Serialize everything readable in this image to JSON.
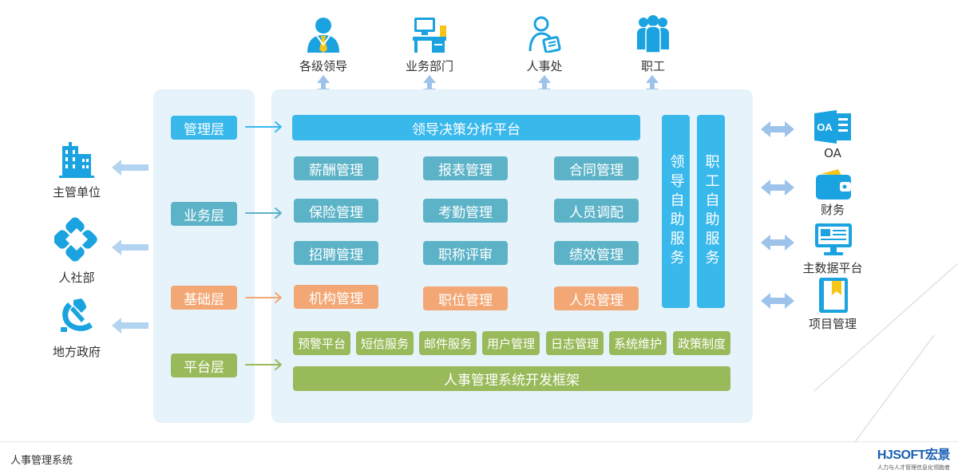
{
  "top_roles": [
    "各级领导",
    "业务部门",
    "人事处",
    "职工"
  ],
  "layers": [
    "管理层",
    "业务层",
    "基础层",
    "平台层"
  ],
  "decision_platform": "领导决策分析平台",
  "business_modules": [
    "薪酬管理",
    "报表管理",
    "合同管理",
    "保险管理",
    "考勤管理",
    "人员调配",
    "招聘管理",
    "职称评审",
    "绩效管理"
  ],
  "base_modules": [
    "机构管理",
    "职位管理",
    "人员管理"
  ],
  "platform_modules": [
    "预警平台",
    "短信服务",
    "邮件服务",
    "用户管理",
    "日志管理",
    "系统维护",
    "政策制度"
  ],
  "framework": "人事管理系统开发框架",
  "self_service": [
    "领导自助服务",
    "职工自助服务"
  ],
  "left_entities": [
    "主管单位",
    "人社部",
    "地方政府"
  ],
  "right_systems": [
    "OA",
    "财务",
    "主数据平台",
    "项目管理"
  ],
  "footer": {
    "title": "人事管理系统",
    "logo_text": "HJSOFT宏景",
    "logo_tagline": "人力与人才管理信息化领跑者"
  },
  "colors": {
    "panel": "#e6f3fa",
    "management": "#39b8ec",
    "business": "#5cb3c8",
    "base": "#f3a774",
    "platform": "#99ba5a",
    "icon": "#1aa3e0",
    "arrow": "#9ec3ea"
  }
}
